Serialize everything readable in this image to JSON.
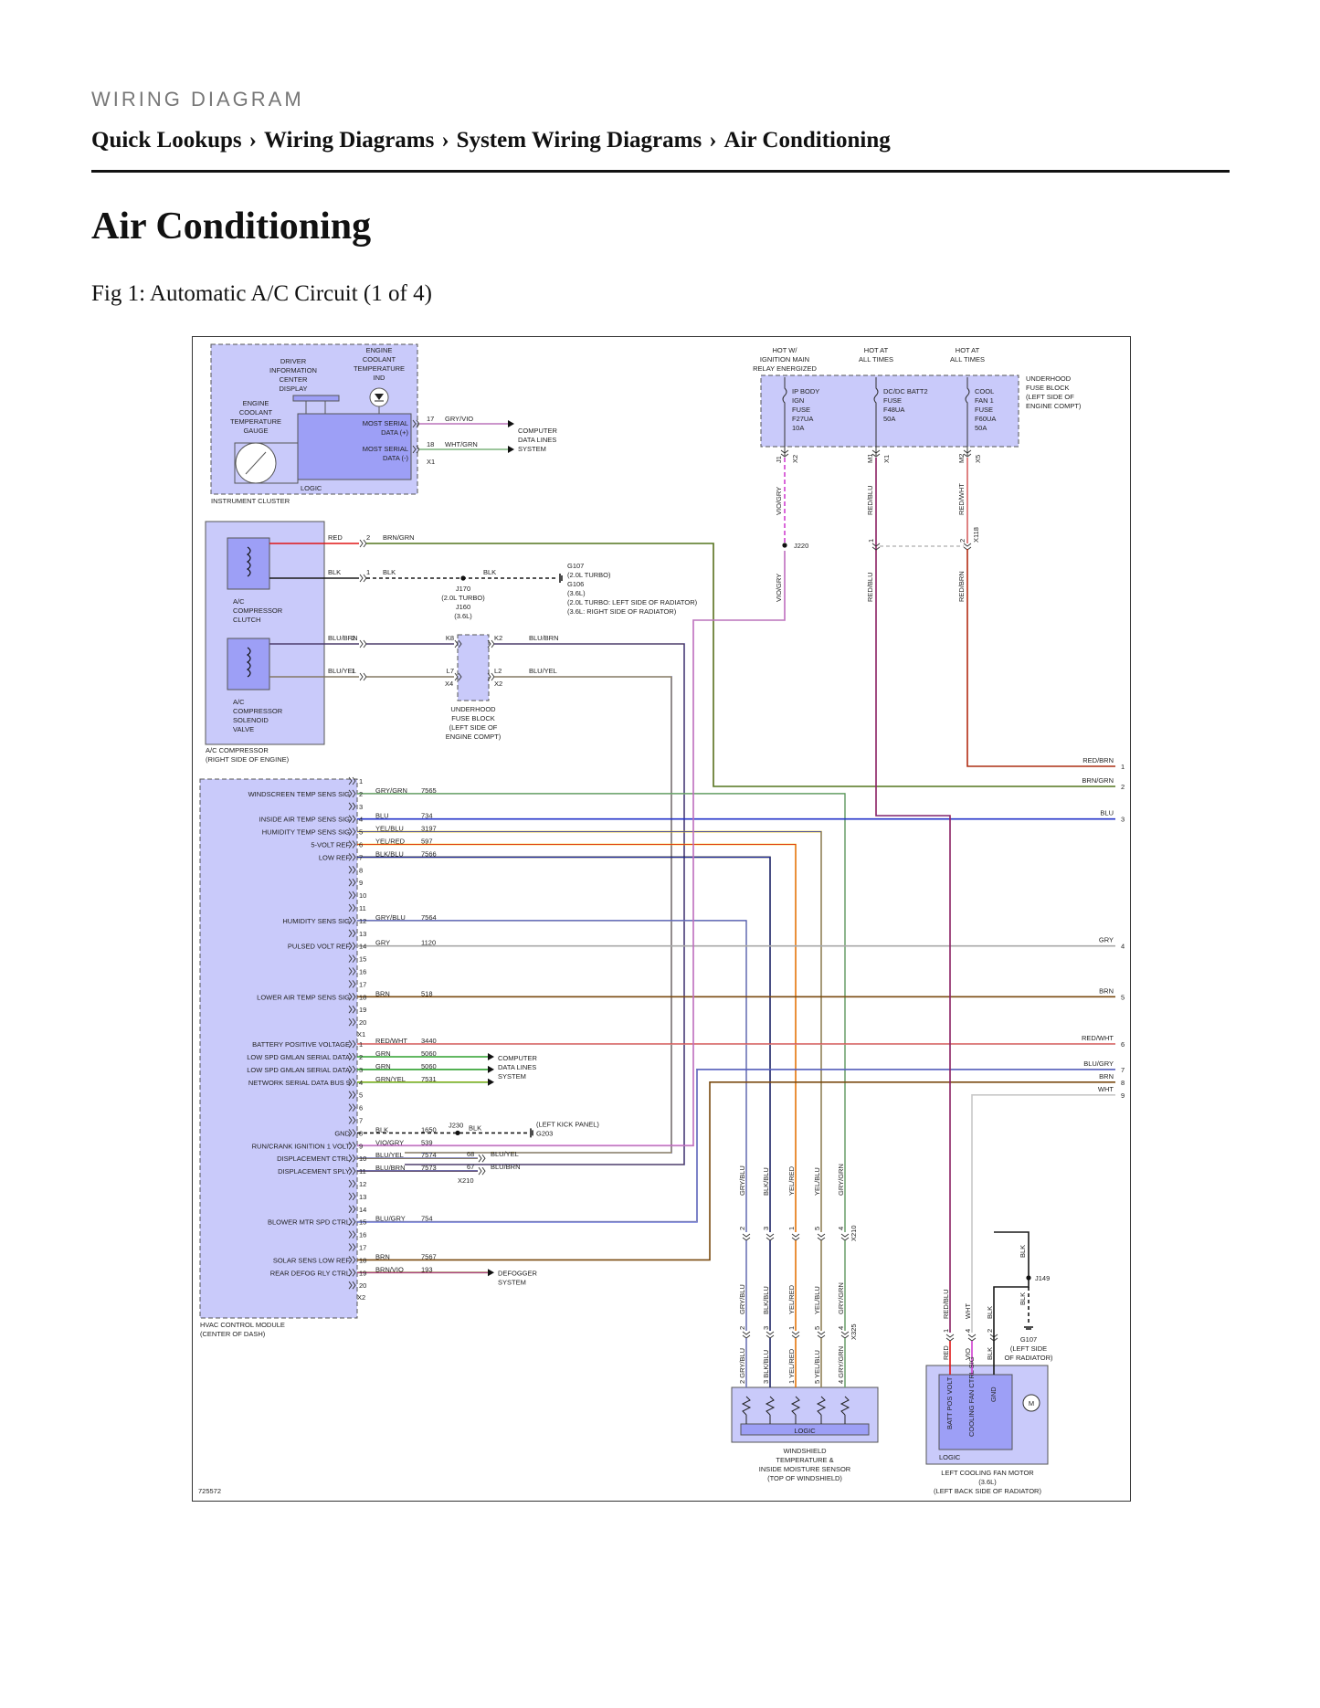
{
  "header": {
    "kicker": "WIRING DIAGRAM",
    "breadcrumb": [
      "Quick Lookups",
      "Wiring Diagrams",
      "System Wiring Diagrams",
      "Air Conditioning"
    ],
    "separator": "›"
  },
  "page_title": "Air Conditioning",
  "figure_caption": "Fig 1: Automatic A/C Circuit (1 of 4)",
  "diagram": {
    "id_number": "725572",
    "colors": {
      "component_fill": "#c9cafa",
      "logic_fill": "#9d9ff6"
    },
    "instrument_cluster": {
      "name": "INSTRUMENT CLUSTER",
      "dic": [
        "DRIVER",
        "INFORMATION",
        "CENTER",
        "DISPLAY"
      ],
      "ect_ind": [
        "ENGINE",
        "COOLANT",
        "TEMPERATURE",
        "IND"
      ],
      "gauge": [
        "ENGINE",
        "COOLANT",
        "TEMPERATURE",
        "GAUGE"
      ],
      "logic": "LOGIC",
      "serial_plus": [
        "MOST SERIAL",
        "DATA (+)"
      ],
      "serial_minus": [
        "MOST SERIAL",
        "DATA (-)"
      ],
      "pins": [
        "17",
        "18"
      ],
      "wires": [
        "GRY/VIO",
        "WHT/GRN"
      ],
      "connector": "X1",
      "dest": [
        "COMPUTER",
        "DATA LINES",
        "SYSTEM"
      ]
    },
    "fuse_block": {
      "name": [
        "UNDERHOOD",
        "FUSE BLOCK",
        "(LEFT SIDE OF",
        "ENGINE COMPT)"
      ],
      "feeds": [
        {
          "hot": [
            "HOT W/",
            "IGNITION MAIN",
            "RELAY ENERGIZED"
          ],
          "fuse": [
            "IP BODY",
            "IGN",
            "FUSE",
            "F27UA",
            "10A"
          ],
          "pin": "J1",
          "conn": "X2",
          "wire": "VIO/GRY"
        },
        {
          "hot": [
            "HOT AT",
            "ALL TIMES"
          ],
          "fuse": [
            "DC/DC BATT2",
            "FUSE",
            "F48UA",
            "50A"
          ],
          "pin": "M1",
          "conn": "X1",
          "wire": "RED/BLU"
        },
        {
          "hot": [
            "HOT AT",
            "ALL TIMES"
          ],
          "fuse": [
            "COOL",
            "FAN 1",
            "FUSE",
            "F60UA",
            "50A"
          ],
          "pin": "M2",
          "conn": "X5",
          "wire": "RED/WHT"
        }
      ]
    },
    "splices": {
      "j220": "J220",
      "x118": "X118",
      "x118_pins": [
        "1",
        "2"
      ],
      "below_wires": [
        "VIO/GRY",
        "RED/BLU",
        "RED/BRN"
      ]
    },
    "compressor": {
      "name": [
        "A/C COMPRESSOR",
        "(RIGHT SIDE OF ENGINE)"
      ],
      "clutch": [
        "A/C",
        "COMPRESSOR",
        "CLUTCH"
      ],
      "valve": [
        "A/C",
        "COMPRESSOR",
        "SOLENOID",
        "VALVE"
      ],
      "clutch_wires": [
        {
          "side": "RED",
          "pin": "2",
          "wire": "BRN/GRN"
        },
        {
          "side": "BLK",
          "pin": "1",
          "wire": "BLK"
        }
      ],
      "valve_wires": [
        {
          "pin": "2",
          "wire": "BLU/BRN"
        },
        {
          "pin": "1",
          "wire": "BLU/YEL"
        }
      ],
      "ground_wire": "BLK",
      "splice_label": [
        "J170",
        "(2.0L TURBO)",
        "J160",
        "(3.6L)"
      ],
      "ground_label": [
        "G107",
        "(2.0L TURBO)",
        "G106",
        "(3.6L)",
        "(2.0L TURBO: LEFT SIDE OF RADIATOR)",
        "(3.6L: RIGHT SIDE OF RADIATOR)"
      ]
    },
    "inline_fuse_block": {
      "pins": [
        "K8",
        "K2",
        "L7",
        "L2"
      ],
      "conns": [
        "X4",
        "X2"
      ],
      "right_wires": [
        "BLU/BRN",
        "BLU/YEL"
      ],
      "name": [
        "UNDERHOOD",
        "FUSE BLOCK",
        "(LEFT SIDE OF",
        "ENGINE COMPT)"
      ]
    },
    "hvac": {
      "name": [
        "HVAC CONTROL MODULE",
        "(CENTER OF DASH)"
      ],
      "x1_pins": [
        {
          "pin": "1"
        },
        {
          "pin": "2",
          "label": "WINDSCREEN TEMP SENS SIG",
          "wire": "GRY/GRN",
          "ckt": "7565"
        },
        {
          "pin": "3"
        },
        {
          "pin": "4",
          "label": "INSIDE AIR TEMP SENS SIG",
          "wire": "BLU",
          "ckt": "734"
        },
        {
          "pin": "5",
          "label": "HUMIDITY TEMP SENS SIG",
          "wire": "YEL/BLU",
          "ckt": "3197"
        },
        {
          "pin": "6",
          "label": "5-VOLT REF",
          "wire": "YEL/RED",
          "ckt": "597"
        },
        {
          "pin": "7",
          "label": "LOW REF",
          "wire": "BLK/BLU",
          "ckt": "7566"
        },
        {
          "pin": "8"
        },
        {
          "pin": "9"
        },
        {
          "pin": "10"
        },
        {
          "pin": "11"
        },
        {
          "pin": "12",
          "label": "HUMIDITY SENS SIG",
          "wire": "GRY/BLU",
          "ckt": "7564"
        },
        {
          "pin": "13"
        },
        {
          "pin": "14",
          "label": "PULSED VOLT REF",
          "wire": "GRY",
          "ckt": "1120"
        },
        {
          "pin": "15"
        },
        {
          "pin": "16"
        },
        {
          "pin": "17"
        },
        {
          "pin": "18",
          "label": "LOWER AIR TEMP SENS SIG",
          "wire": "BRN",
          "ckt": "518"
        },
        {
          "pin": "19"
        },
        {
          "pin": "20"
        }
      ],
      "x1_label": "X1",
      "x2_pins": [
        {
          "pin": "1",
          "label": "BATTERY POSITIVE VOLTAGE",
          "wire": "RED/WHT",
          "ckt": "3440"
        },
        {
          "pin": "2",
          "label": "LOW SPD GMLAN SERIAL DATA",
          "wire": "GRN",
          "ckt": "5060"
        },
        {
          "pin": "3",
          "label": "LOW SPD GMLAN SERIAL DATA",
          "wire": "GRN",
          "ckt": "5060"
        },
        {
          "pin": "4",
          "label": "NETWORK SERIAL DATA BUS 9",
          "wire": "GRN/YEL",
          "ckt": "7531"
        },
        {
          "pin": "5"
        },
        {
          "pin": "6"
        },
        {
          "pin": "7"
        },
        {
          "pin": "8",
          "label": "GND",
          "wire": "BLK",
          "ckt": "1650"
        },
        {
          "pin": "9",
          "label": "RUN/CRANK IGNITION 1 VOLT",
          "wire": "VIO/GRY",
          "ckt": "539"
        },
        {
          "pin": "10",
          "label": "DISPLACEMENT CTRL",
          "wire": "BLU/YEL",
          "ckt": "7574"
        },
        {
          "pin": "11",
          "label": "DISPLACEMENT SPLY",
          "wire": "BLU/BRN",
          "ckt": "7573"
        },
        {
          "pin": "12"
        },
        {
          "pin": "13"
        },
        {
          "pin": "14"
        },
        {
          "pin": "15",
          "label": "BLOWER MTR SPD CTRL",
          "wire": "BLU/GRY",
          "ckt": "754"
        },
        {
          "pin": "16"
        },
        {
          "pin": "17"
        },
        {
          "pin": "18",
          "label": "SOLAR SENS LOW REF",
          "wire": "BRN",
          "ckt": "7567"
        },
        {
          "pin": "19",
          "label": "REAR DEFOG RLY CTRL",
          "wire": "BRN/VIO",
          "ckt": "193"
        },
        {
          "pin": "20"
        }
      ],
      "x2_label": "X2",
      "data_dest": [
        "COMPUTER",
        "DATA LINES",
        "SYSTEM"
      ],
      "defog_dest": [
        "DEFOGGER",
        "SYSTEM"
      ],
      "j230": "J230",
      "j230_wire": "BLK",
      "g203": [
        "(LEFT KICK PANEL)",
        "G203"
      ],
      "x210": "X210",
      "x210_pins": [
        "68",
        "67"
      ],
      "x210_wires": [
        "BLU/YEL",
        "BLU/BRN"
      ]
    },
    "right_side": [
      {
        "wire": "RED/BRN",
        "pin": "1"
      },
      {
        "wire": "BRN/GRN",
        "pin": "2"
      },
      {
        "wire": "BLU",
        "pin": "3"
      },
      {
        "wire": "GRY",
        "pin": "4"
      },
      {
        "wire": "BRN",
        "pin": "5"
      },
      {
        "wire": "RED/WHT",
        "pin": "6"
      },
      {
        "wire": "BLU/GRY",
        "pin": "7"
      },
      {
        "wire": "BRN",
        "pin": "8"
      },
      {
        "wire": "WHT",
        "pin": "9"
      }
    ],
    "sensor": {
      "name": [
        "WINDSHIELD",
        "TEMPERATURE &",
        "INSIDE MOISTURE SENSOR",
        "(TOP OF WINDSHIELD)"
      ],
      "logic": "LOGIC",
      "x210_col": [
        {
          "pin": "2",
          "wire": "GRY/BLU"
        },
        {
          "pin": "3",
          "wire": "BLK/BLU"
        },
        {
          "pin": "1",
          "wire": "YEL/RED"
        },
        {
          "pin": "5",
          "wire": "YEL/BLU"
        },
        {
          "pin": "4",
          "wire": "GRY/GRN"
        }
      ],
      "x210_conn": "X210",
      "x325_conn": "X325",
      "bottom_col": [
        {
          "pin": "2",
          "wire": "GRY/BLU"
        },
        {
          "pin": "3",
          "wire": "BLK/BLU"
        },
        {
          "pin": "1",
          "wire": "YEL/RED"
        },
        {
          "pin": "5",
          "wire": "YEL/BLU"
        },
        {
          "pin": "4",
          "wire": "GRY/GRN"
        }
      ]
    },
    "fan": {
      "name": [
        "LEFT COOLING FAN MOTOR",
        "(3.6L)",
        "(LEFT BACK SIDE OF RADIATOR)"
      ],
      "logic": "LOGIC",
      "inputs": [
        "BATT POS VOLT",
        "COOLING FAN CTRL SIG",
        "GND"
      ],
      "motor": "M",
      "upper": [
        {
          "pin": "1",
          "wire": "RED/BLU"
        },
        {
          "pin": "4",
          "wire": "WHT"
        },
        {
          "pin": "2",
          "wire": "BLK"
        }
      ],
      "lower_wires": [
        "RED",
        "VIO",
        "BLK"
      ],
      "ground_wire": "BLK",
      "j149": "J149",
      "g107": [
        "G107",
        "(LEFT SIDE",
        "OF RADIATOR)"
      ]
    }
  }
}
